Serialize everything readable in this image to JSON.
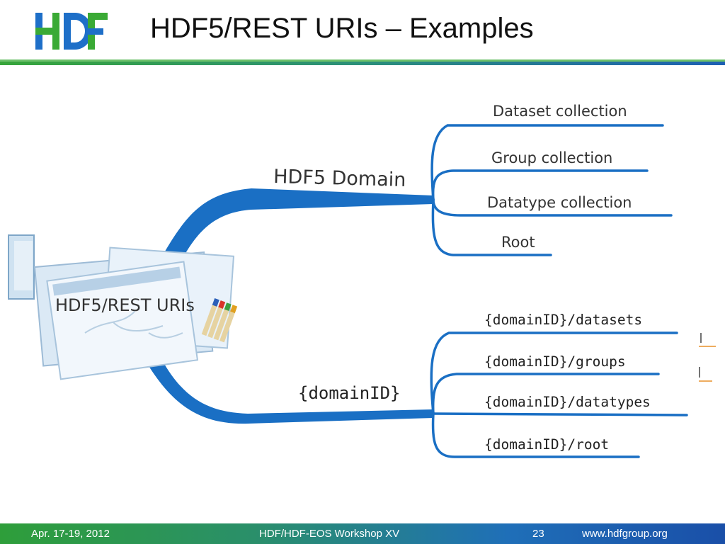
{
  "header": {
    "logo_text": "HDF",
    "title": "HDF5/REST URIs – Examples"
  },
  "diagram": {
    "central": "HDF5/REST URIs",
    "branches": [
      {
        "label": "HDF5 Domain",
        "children": [
          "Dataset collection",
          "Group collection",
          "Datatype collection",
          "Root"
        ]
      },
      {
        "label": "{domainID}",
        "children": [
          "{domainID}/datasets",
          "{domainID}/groups",
          "{domainID}/datatypes",
          "{domainID}/root"
        ]
      }
    ]
  },
  "footer": {
    "date": "Apr. 17-19, 2012",
    "event": "HDF/HDF-EOS Workshop XV",
    "page": "23",
    "url": "www.hdfgroup.org"
  },
  "colors": {
    "branch_blue": "#1a6fc4",
    "logo_blue": "#1e6fc8",
    "logo_green": "#3aaa35"
  }
}
